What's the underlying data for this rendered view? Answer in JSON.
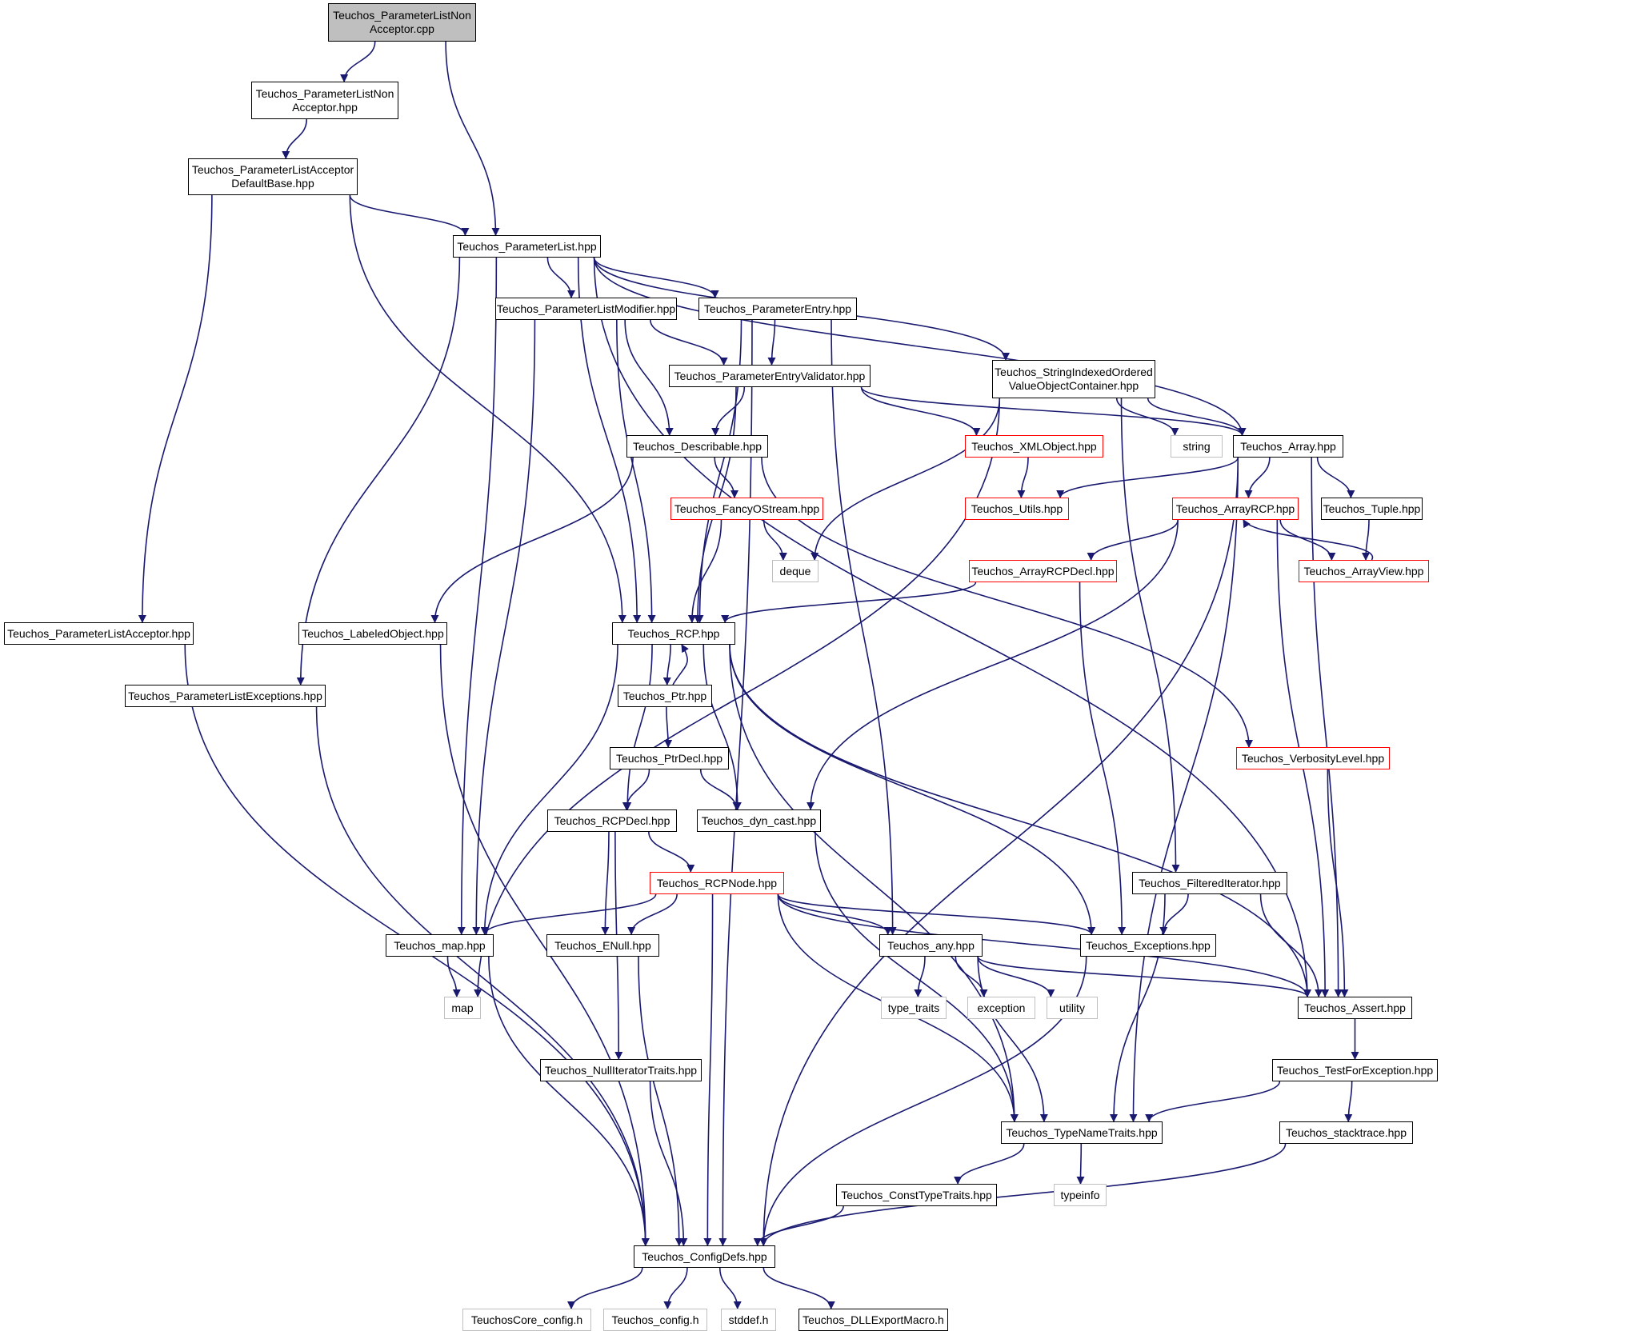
{
  "colors": {
    "edge": "#191970",
    "normal_border": "#000000",
    "incomplete_border": "#ff0000",
    "external_border": "#bfbfbf",
    "root_fill": "#bfbfbf"
  },
  "nodes": [
    {
      "id": "root",
      "label": "Teuchos_ParameterListNon\nAcceptor.cpp",
      "kind": "root"
    },
    {
      "id": "plnah",
      "label": "Teuchos_ParameterListNon\nAcceptor.hpp",
      "kind": "normal"
    },
    {
      "id": "pladb",
      "label": "Teuchos_ParameterListAcceptor\nDefaultBase.hpp",
      "kind": "normal"
    },
    {
      "id": "pl",
      "label": "Teuchos_ParameterList.hpp",
      "kind": "normal"
    },
    {
      "id": "plm",
      "label": "Teuchos_ParameterListModifier.hpp",
      "kind": "normal"
    },
    {
      "id": "pe",
      "label": "Teuchos_ParameterEntry.hpp",
      "kind": "normal"
    },
    {
      "id": "siovoc",
      "label": "Teuchos_StringIndexedOrdered\nValueObjectContainer.hpp",
      "kind": "normal"
    },
    {
      "id": "pev",
      "label": "Teuchos_ParameterEntryValidator.hpp",
      "kind": "normal"
    },
    {
      "id": "desc",
      "label": "Teuchos_Describable.hpp",
      "kind": "normal"
    },
    {
      "id": "xml",
      "label": "Teuchos_XMLObject.hpp",
      "kind": "red"
    },
    {
      "id": "string",
      "label": "string",
      "kind": "ext"
    },
    {
      "id": "array",
      "label": "Teuchos_Array.hpp",
      "kind": "normal"
    },
    {
      "id": "fos",
      "label": "Teuchos_FancyOStream.hpp",
      "kind": "red"
    },
    {
      "id": "utils",
      "label": "Teuchos_Utils.hpp",
      "kind": "red"
    },
    {
      "id": "arcp",
      "label": "Teuchos_ArrayRCP.hpp",
      "kind": "red"
    },
    {
      "id": "tuple",
      "label": "Teuchos_Tuple.hpp",
      "kind": "normal"
    },
    {
      "id": "deque",
      "label": "deque",
      "kind": "ext"
    },
    {
      "id": "arcpd",
      "label": "Teuchos_ArrayRCPDecl.hpp",
      "kind": "red"
    },
    {
      "id": "aview",
      "label": "Teuchos_ArrayView.hpp",
      "kind": "red"
    },
    {
      "id": "pla",
      "label": "Teuchos_ParameterListAcceptor.hpp",
      "kind": "normal"
    },
    {
      "id": "lo",
      "label": "Teuchos_LabeledObject.hpp",
      "kind": "normal"
    },
    {
      "id": "rcp",
      "label": "Teuchos_RCP.hpp",
      "kind": "normal"
    },
    {
      "id": "ple",
      "label": "Teuchos_ParameterListExceptions.hpp",
      "kind": "normal"
    },
    {
      "id": "ptr",
      "label": "Teuchos_Ptr.hpp",
      "kind": "normal"
    },
    {
      "id": "vl",
      "label": "Teuchos_VerbosityLevel.hpp",
      "kind": "red"
    },
    {
      "id": "ptrd",
      "label": "Teuchos_PtrDecl.hpp",
      "kind": "normal"
    },
    {
      "id": "rcpd",
      "label": "Teuchos_RCPDecl.hpp",
      "kind": "normal"
    },
    {
      "id": "dync",
      "label": "Teuchos_dyn_cast.hpp",
      "kind": "normal"
    },
    {
      "id": "rcpn",
      "label": "Teuchos_RCPNode.hpp",
      "kind": "red"
    },
    {
      "id": "fi",
      "label": "Teuchos_FilteredIterator.hpp",
      "kind": "normal"
    },
    {
      "id": "tmap",
      "label": "Teuchos_map.hpp",
      "kind": "normal"
    },
    {
      "id": "enull",
      "label": "Teuchos_ENull.hpp",
      "kind": "normal"
    },
    {
      "id": "any",
      "label": "Teuchos_any.hpp",
      "kind": "normal"
    },
    {
      "id": "exc",
      "label": "Teuchos_Exceptions.hpp",
      "kind": "normal"
    },
    {
      "id": "map",
      "label": "map",
      "kind": "ext"
    },
    {
      "id": "tt",
      "label": "type_traits",
      "kind": "ext"
    },
    {
      "id": "exception",
      "label": "exception",
      "kind": "ext"
    },
    {
      "id": "utility",
      "label": "utility",
      "kind": "ext"
    },
    {
      "id": "assert",
      "label": "Teuchos_Assert.hpp",
      "kind": "normal"
    },
    {
      "id": "nit",
      "label": "Teuchos_NullIteratorTraits.hpp",
      "kind": "normal"
    },
    {
      "id": "tfe",
      "label": "Teuchos_TestForException.hpp",
      "kind": "normal"
    },
    {
      "id": "tnt",
      "label": "Teuchos_TypeNameTraits.hpp",
      "kind": "normal"
    },
    {
      "id": "stack",
      "label": "Teuchos_stacktrace.hpp",
      "kind": "normal"
    },
    {
      "id": "ctt",
      "label": "Teuchos_ConstTypeTraits.hpp",
      "kind": "normal"
    },
    {
      "id": "typeinfo",
      "label": "typeinfo",
      "kind": "ext"
    },
    {
      "id": "cfg",
      "label": "Teuchos_ConfigDefs.hpp",
      "kind": "normal"
    },
    {
      "id": "tcc",
      "label": "TeuchosCore_config.h",
      "kind": "ext"
    },
    {
      "id": "tc",
      "label": "Teuchos_config.h",
      "kind": "ext"
    },
    {
      "id": "stddef",
      "label": "stddef.h",
      "kind": "ext"
    },
    {
      "id": "dll",
      "label": "Teuchos_DLLExportMacro.h",
      "kind": "normal"
    }
  ],
  "edges": [
    [
      "root",
      "plnah"
    ],
    [
      "root",
      "pl"
    ],
    [
      "plnah",
      "pladb"
    ],
    [
      "pladb",
      "pl"
    ],
    [
      "pladb",
      "pla"
    ],
    [
      "pladb",
      "rcp"
    ],
    [
      "pl",
      "plm"
    ],
    [
      "pl",
      "pe"
    ],
    [
      "pl",
      "siovoc"
    ],
    [
      "pl",
      "array"
    ],
    [
      "pl",
      "rcp"
    ],
    [
      "pl",
      "ple"
    ],
    [
      "pl",
      "tmap"
    ],
    [
      "pl",
      "assert"
    ],
    [
      "plm",
      "pev"
    ],
    [
      "plm",
      "desc"
    ],
    [
      "plm",
      "rcp"
    ],
    [
      "plm",
      "tmap"
    ],
    [
      "pe",
      "pev"
    ],
    [
      "pe",
      "rcp"
    ],
    [
      "pe",
      "any"
    ],
    [
      "pe",
      "cfg"
    ],
    [
      "siovoc",
      "array"
    ],
    [
      "siovoc",
      "string"
    ],
    [
      "siovoc",
      "deque"
    ],
    [
      "siovoc",
      "map"
    ],
    [
      "siovoc",
      "fi"
    ],
    [
      "pev",
      "desc"
    ],
    [
      "pev",
      "xml"
    ],
    [
      "pev",
      "array"
    ],
    [
      "pev",
      "rcp"
    ],
    [
      "desc",
      "fos"
    ],
    [
      "desc",
      "lo"
    ],
    [
      "desc",
      "vl"
    ],
    [
      "xml",
      "utils"
    ],
    [
      "array",
      "utils"
    ],
    [
      "array",
      "arcp"
    ],
    [
      "array",
      "tuple"
    ],
    [
      "array",
      "assert"
    ],
    [
      "array",
      "tnt"
    ],
    [
      "array",
      "cfg"
    ],
    [
      "fos",
      "rcp"
    ],
    [
      "fos",
      "deque"
    ],
    [
      "arcp",
      "arcpd"
    ],
    [
      "arcp",
      "aview"
    ],
    [
      "arcp",
      "dync"
    ],
    [
      "arcp",
      "assert"
    ],
    [
      "tuple",
      "aview"
    ],
    [
      "aview",
      "arcp"
    ],
    [
      "arcpd",
      "rcp"
    ],
    [
      "arcpd",
      "exc"
    ],
    [
      "pla",
      "cfg"
    ],
    [
      "lo",
      "cfg"
    ],
    [
      "ple",
      "cfg"
    ],
    [
      "rcp",
      "ptr"
    ],
    [
      "rcp",
      "rcpd"
    ],
    [
      "rcp",
      "dync"
    ],
    [
      "rcp",
      "tmap"
    ],
    [
      "rcp",
      "tnt"
    ],
    [
      "rcp",
      "exc"
    ],
    [
      "rcp",
      "assert"
    ],
    [
      "ptr",
      "rcp"
    ],
    [
      "ptr",
      "ptrd"
    ],
    [
      "ptrd",
      "rcpd"
    ],
    [
      "ptrd",
      "dync"
    ],
    [
      "rcpd",
      "enull"
    ],
    [
      "rcpd",
      "rcpn"
    ],
    [
      "rcpd",
      "nit"
    ],
    [
      "dync",
      "tnt"
    ],
    [
      "rcpn",
      "tmap"
    ],
    [
      "rcpn",
      "enull"
    ],
    [
      "rcpn",
      "any"
    ],
    [
      "rcpn",
      "exc"
    ],
    [
      "rcpn",
      "assert"
    ],
    [
      "rcpn",
      "tnt"
    ],
    [
      "rcpn",
      "cfg"
    ],
    [
      "vl",
      "assert"
    ],
    [
      "fi",
      "exc"
    ],
    [
      "fi",
      "assert"
    ],
    [
      "fi",
      "tnt"
    ],
    [
      "tmap",
      "map"
    ],
    [
      "tmap",
      "cfg"
    ],
    [
      "enull",
      "cfg"
    ],
    [
      "any",
      "tt"
    ],
    [
      "any",
      "exception"
    ],
    [
      "any",
      "utility"
    ],
    [
      "any",
      "tnt"
    ],
    [
      "any",
      "assert"
    ],
    [
      "exc",
      "cfg"
    ],
    [
      "assert",
      "tfe"
    ],
    [
      "tfe",
      "tnt"
    ],
    [
      "tfe",
      "stack"
    ],
    [
      "stack",
      "cfg"
    ],
    [
      "nit",
      "cfg"
    ],
    [
      "tnt",
      "ctt"
    ],
    [
      "tnt",
      "typeinfo"
    ],
    [
      "ctt",
      "cfg"
    ],
    [
      "cfg",
      "tcc"
    ],
    [
      "cfg",
      "tc"
    ],
    [
      "cfg",
      "stddef"
    ],
    [
      "cfg",
      "dll"
    ]
  ]
}
